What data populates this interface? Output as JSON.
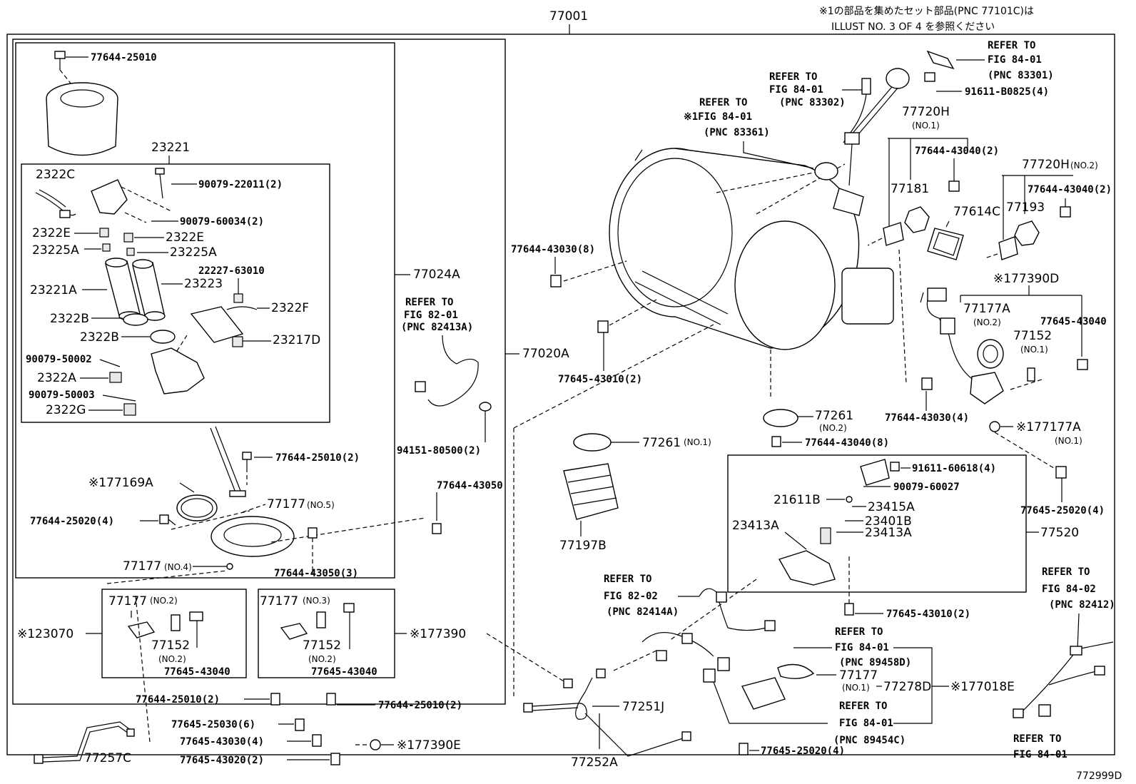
{
  "header": {
    "main_part": "77001",
    "note_line1": "※1の部品を集めたセット部品(PNC 77101C)は",
    "note_line2": "ILLUST NO. 3 OF 4 を参照ください"
  },
  "footer": {
    "illustration_code": "772999D"
  },
  "labels": {
    "p77644_25010_top": "77644-25010",
    "p23221": "23221",
    "p2322C": "2322C",
    "p90079_22011": "90079-22011(2)",
    "p90079_60034": "90079-60034(2)",
    "p2322E_l": "2322E",
    "p2322E_r": "2322E",
    "p23225A_l": "23225A",
    "p23225A_r": "23225A",
    "p22227": "22227-63010",
    "p23221A": "23221A",
    "p23223": "23223",
    "p2322F": "2322F",
    "p2322B_1": "2322B",
    "p2322B_2": "2322B",
    "p23217D": "23217D",
    "p90079_50002": "90079-50002",
    "p2322A": "2322A",
    "p90079_50003": "90079-50003",
    "p2322G": "2322G",
    "p77024A": "77024A",
    "p77020A": "77020A",
    "refer_82_01_a": "REFER TO",
    "refer_82_01_b": "FIG 82-01",
    "refer_82_01_c": "(PNC 82413A)",
    "p94151": "94151-80500(2)",
    "p77644_25010_2a": "77644-25010(2)",
    "p77169A": "※177169A",
    "p77644_25020_4": "77644-25020(4)",
    "p77177_no5": "77177",
    "p77177_no5_n": "(NO.5)",
    "p77644_43050": "77644-43050",
    "p77644_43050_3": "77644-43050(3)",
    "p77177_no4": "77177",
    "p77177_no4_n": "(NO.4)",
    "p77177_no2": "77177",
    "p77177_no2_n": "(NO.2)",
    "p77152_no2": "77152",
    "p77152_no2_n": "(NO.2)",
    "p77645_43040_a": "77645-43040",
    "p23070": "※123070",
    "p77177_no3": "77177",
    "p77177_no3_n": "(NO.3)",
    "p77152_no2b": "77152",
    "p77152_no2b_n": "(NO.2)",
    "p77645_43040_b": "77645-43040",
    "p77390": "※177390",
    "p77644_25010_2b": "77644-25010(2)",
    "p77644_25010_2c": "77644-25010(2)",
    "p77645_25030": "77645-25030(6)",
    "p77645_43030_4": "77645-43030(4)",
    "p77645_43020": "77645-43020(2)",
    "p77390E": "※177390E",
    "p77257C": "77257C",
    "p77252A": "77252A",
    "p77251J": "77251J",
    "p77644_43030_8": "77644-43030(8)",
    "p77645_43010_2a": "77645-43010(2)",
    "p77261_no1": "77261",
    "p77261_no1_n": "(NO.1)",
    "p77197B": "77197B",
    "p77261_no2": "77261",
    "p77261_no2_n": "(NO.2)",
    "p77644_43040_8": "77644-43040(8)",
    "refer_83302_a": "REFER TO",
    "refer_83302_b": "FIG 84-01",
    "refer_83302_c": "(PNC 83302)",
    "refer_83361_a": "REFER TO",
    "refer_83361_b": "※1FIG 84-01",
    "refer_83361_c": "(PNC 83361)",
    "refer_83301_a": "REFER TO",
    "refer_83301_b": "FIG 84-01",
    "refer_83301_c": "(PNC 83301)",
    "p91611_B0825": "91611-B0825(4)",
    "p77720H_1": "77720H",
    "p77720H_1_n": "(NO.1)",
    "p77644_43040_2a": "77644-43040(2)",
    "p77181": "77181",
    "p77614C": "77614C",
    "p77720H_2": "77720H",
    "p77720H_2_n": "(NO.2)",
    "p77644_43040_2b": "77644-43040(2)",
    "p77193": "77193",
    "p77390D": "※177390D",
    "p77177A_no2": "77177A",
    "p77177A_no2_n": "(NO.2)",
    "p77645_43040_c": "77645-43040",
    "p77152_no1": "77152",
    "p77152_no1_n": "(NO.1)",
    "p77644_43030_4": "77644-43030(4)",
    "p77177A_no1": "※177177A",
    "p77177A_no1_n": "(NO.1)",
    "p77645_25020_4a": "77645-25020(4)",
    "p91611_60618": "91611-60618(4)",
    "p90079_60027": "90079-60027",
    "p21611B": "21611B",
    "p23415A": "23415A",
    "p23401B": "23401B",
    "p23413A_l": "23413A",
    "p23413A_r": "23413A",
    "p77520": "77520",
    "p77645_43010_2b": "77645-43010(2)",
    "refer_82414_a": "REFER TO",
    "refer_82414_b": "FIG 82-02",
    "refer_82414_c": "(PNC 82414A)",
    "refer_89458_a": "REFER TO",
    "refer_89458_b": "FIG 84-01",
    "refer_89458_c": "(PNC 89458D)",
    "p77177_no1": "77177",
    "p77177_no1_n": "(NO.1)",
    "p77278D": "77278D",
    "p77018E": "※177018E",
    "refer_89454_a": "REFER TO",
    "refer_89454_b": "FIG 84-01",
    "refer_89454_c": "(PNC 89454C)",
    "p77645_25020_4b": "77645-25020(4)",
    "refer_82412_a": "REFER TO",
    "refer_82412_b": "FIG 84-02",
    "refer_82412_c": "(PNC 82412)",
    "refer_fig8401_a": "REFER TO",
    "refer_fig8401_b": "FIG 84-01"
  }
}
